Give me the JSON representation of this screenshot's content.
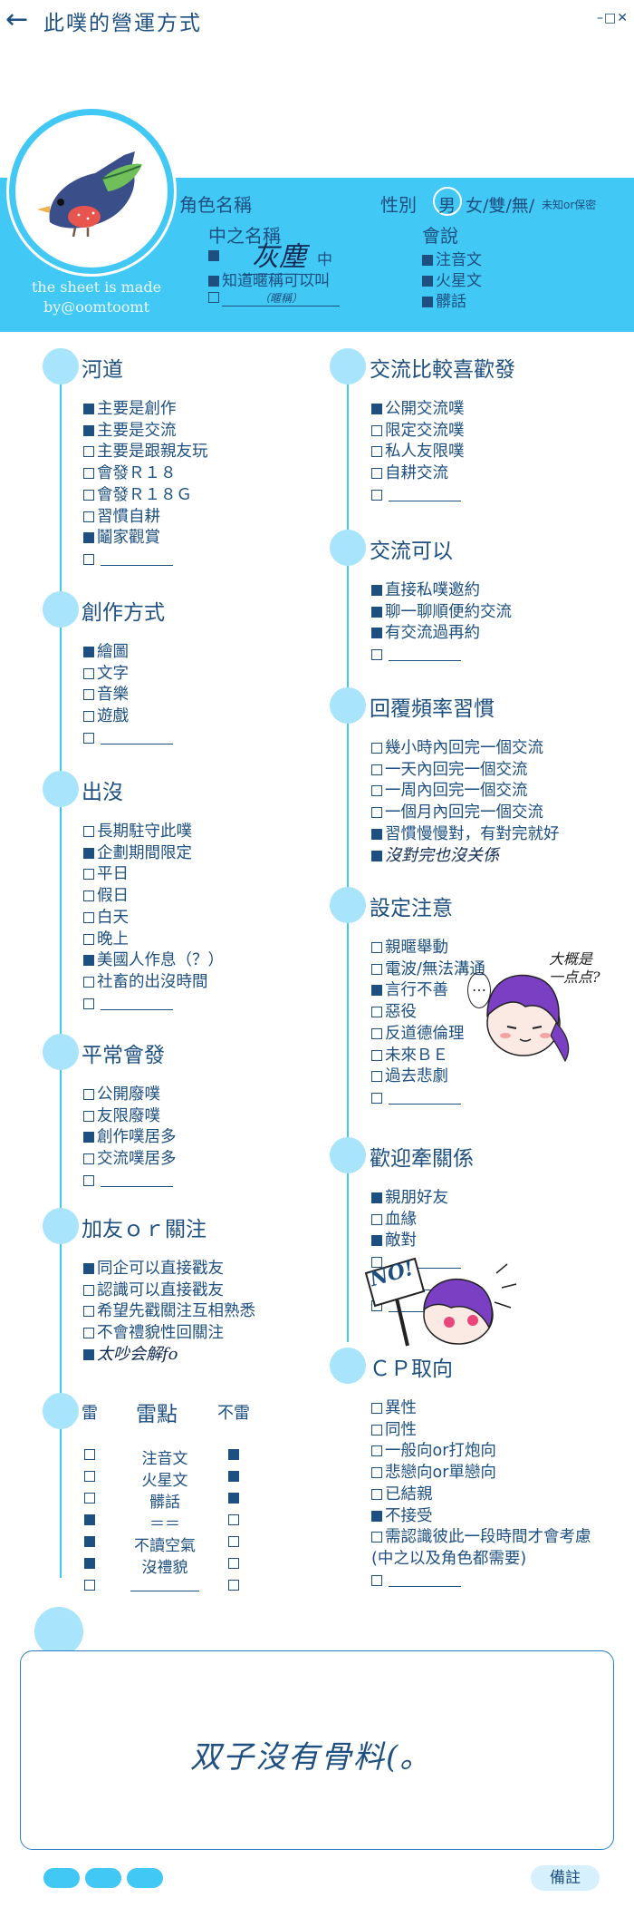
{
  "titlebar": {
    "back_icon": "arrow-left-icon",
    "title": "此噗的營運方式",
    "window_controls": "–□✕"
  },
  "profile": {
    "credit": "the sheet is made by@oomtoomt",
    "char_name_label": "角色名稱",
    "gender_label": "性別",
    "gender_male": "男",
    "gender_rest": "女/雙/無/",
    "gender_small": "未知or保密",
    "pl_label": "中之名稱",
    "pl_name": "灰塵",
    "pl_suffix": "中",
    "pl_opt2": "知道暱稱可以叫",
    "pl_opt3_hint": "（暱稱）",
    "lang_label": "會說",
    "langs": [
      {
        "label": "注音文",
        "on": true
      },
      {
        "label": "火星文",
        "on": true
      },
      {
        "label": "髒話",
        "on": true
      }
    ]
  },
  "left_sections": [
    {
      "title": "河道",
      "items": [
        {
          "label": "主要是創作",
          "on": true
        },
        {
          "label": "主要是交流",
          "on": true
        },
        {
          "label": "主要是跟親友玩",
          "on": false
        },
        {
          "label": "會發Ｒ１８",
          "on": false
        },
        {
          "label": "會發Ｒ１８Ｇ",
          "on": false
        },
        {
          "label": "習慣自耕",
          "on": false
        },
        {
          "label": "鬮家觀賞",
          "on": true
        },
        {
          "label": "",
          "on": false,
          "blank": true
        }
      ]
    },
    {
      "title": "創作方式",
      "items": [
        {
          "label": "繪圖",
          "on": true
        },
        {
          "label": "文字",
          "on": false
        },
        {
          "label": "音樂",
          "on": false
        },
        {
          "label": "遊戲",
          "on": false
        },
        {
          "label": "",
          "on": false,
          "blank": true
        }
      ]
    },
    {
      "title": "出沒",
      "items": [
        {
          "label": "長期駐守此噗",
          "on": false
        },
        {
          "label": "企劃期間限定",
          "on": true
        },
        {
          "label": "平日",
          "on": false
        },
        {
          "label": "假日",
          "on": false
        },
        {
          "label": "白天",
          "on": false
        },
        {
          "label": "晚上",
          "on": false
        },
        {
          "label": "美國人作息（？）",
          "on": true
        },
        {
          "label": "社畜的出沒時間",
          "on": false
        },
        {
          "label": "",
          "on": false,
          "blank": true
        }
      ]
    },
    {
      "title": "平常會發",
      "items": [
        {
          "label": "公開廢噗",
          "on": false
        },
        {
          "label": "友限廢噗",
          "on": false
        },
        {
          "label": "創作噗居多",
          "on": true
        },
        {
          "label": "交流噗居多",
          "on": false
        },
        {
          "label": "",
          "on": false,
          "blank": true
        }
      ]
    },
    {
      "title": "加友ｏｒ關注",
      "items": [
        {
          "label": "同企可以直接戳友",
          "on": true
        },
        {
          "label": "認識可以直接戳友",
          "on": false
        },
        {
          "label": "希望先戳關注互相熟悉",
          "on": false
        },
        {
          "label": "不會禮貌性回關注",
          "on": false
        },
        {
          "label": "太吵会解fo",
          "on": true,
          "hand": true
        }
      ]
    }
  ],
  "mines": {
    "head_left": "雷",
    "head_mid": "雷點",
    "head_right": "不雷",
    "rows": [
      {
        "label": "注音文",
        "left": false,
        "right": true
      },
      {
        "label": "火星文",
        "left": false,
        "right": true
      },
      {
        "label": "髒話",
        "left": false,
        "right": true
      },
      {
        "label": "＝＝",
        "left": true,
        "right": false
      },
      {
        "label": "不讀空氣",
        "left": true,
        "right": false
      },
      {
        "label": "沒禮貌",
        "left": true,
        "right": false
      },
      {
        "label": "",
        "left": false,
        "right": false,
        "blank": true
      }
    ]
  },
  "right_sections": [
    {
      "title": "交流比較喜歡發",
      "items": [
        {
          "label": "公開交流噗",
          "on": true
        },
        {
          "label": "限定交流噗",
          "on": false
        },
        {
          "label": "私人友限噗",
          "on": false
        },
        {
          "label": "自耕交流",
          "on": false
        },
        {
          "label": "",
          "on": false,
          "blank": true
        }
      ]
    },
    {
      "title": "交流可以",
      "items": [
        {
          "label": "直接私噗邀約",
          "on": true
        },
        {
          "label": "聊一聊順便約交流",
          "on": true
        },
        {
          "label": "有交流過再約",
          "on": true
        },
        {
          "label": "",
          "on": false,
          "blank": true
        }
      ]
    },
    {
      "title": "回覆頻率習慣",
      "items": [
        {
          "label": "幾小時內回完一個交流",
          "on": false
        },
        {
          "label": "一天內回完一個交流",
          "on": false
        },
        {
          "label": "一周內回完一個交流",
          "on": false
        },
        {
          "label": "一個月內回完一個交流",
          "on": false
        },
        {
          "label": "習慣慢慢對，有對完就好",
          "on": true
        },
        {
          "label": "沒對完也沒关係",
          "on": true,
          "hand": true
        }
      ]
    },
    {
      "title": "設定注意",
      "items": [
        {
          "label": "親暱舉動",
          "on": false
        },
        {
          "label": "電波/無法溝通",
          "on": false
        },
        {
          "label": "言行不善",
          "on": true
        },
        {
          "label": "惡役",
          "on": false
        },
        {
          "label": "反道德倫理",
          "on": false
        },
        {
          "label": "未來ＢＥ",
          "on": false
        },
        {
          "label": "過去悲劇",
          "on": false
        },
        {
          "label": "",
          "on": false,
          "blank": true
        }
      ]
    },
    {
      "title": "歡迎牽關係",
      "items": [
        {
          "label": "親朋好友",
          "on": true
        },
        {
          "label": "血緣",
          "on": false
        },
        {
          "label": "敵對",
          "on": true
        },
        {
          "label": "",
          "on": false,
          "blank": true
        },
        {
          "label": "",
          "on": false,
          "blank": true
        },
        {
          "label": "",
          "on": false,
          "blank": true
        }
      ]
    },
    {
      "title": "ＣＰ取向",
      "items": [
        {
          "label": "異性",
          "on": false
        },
        {
          "label": "同性",
          "on": false
        },
        {
          "label": "一般向or打炮向",
          "on": false
        },
        {
          "label": "悲戀向or單戀向",
          "on": false
        },
        {
          "label": "已結親",
          "on": false
        },
        {
          "label": "不接受",
          "on": true
        },
        {
          "label": "需認識彼此一段時間才會考慮",
          "on": false
        },
        {
          "label": "(中之以及角色都需要)",
          "on": false,
          "nobox": true
        },
        {
          "label": "",
          "on": false,
          "blank": true
        }
      ]
    }
  ],
  "doodles": {
    "speech1": "大概是\n一点点?",
    "sign": "NO!",
    "ellipsis": "…"
  },
  "notes": {
    "text": "双子沒有骨料(。",
    "tab": "備註"
  },
  "colors": {
    "accent": "#42c8f5",
    "dot": "#a8e4fb",
    "text": "#1d4f80"
  }
}
